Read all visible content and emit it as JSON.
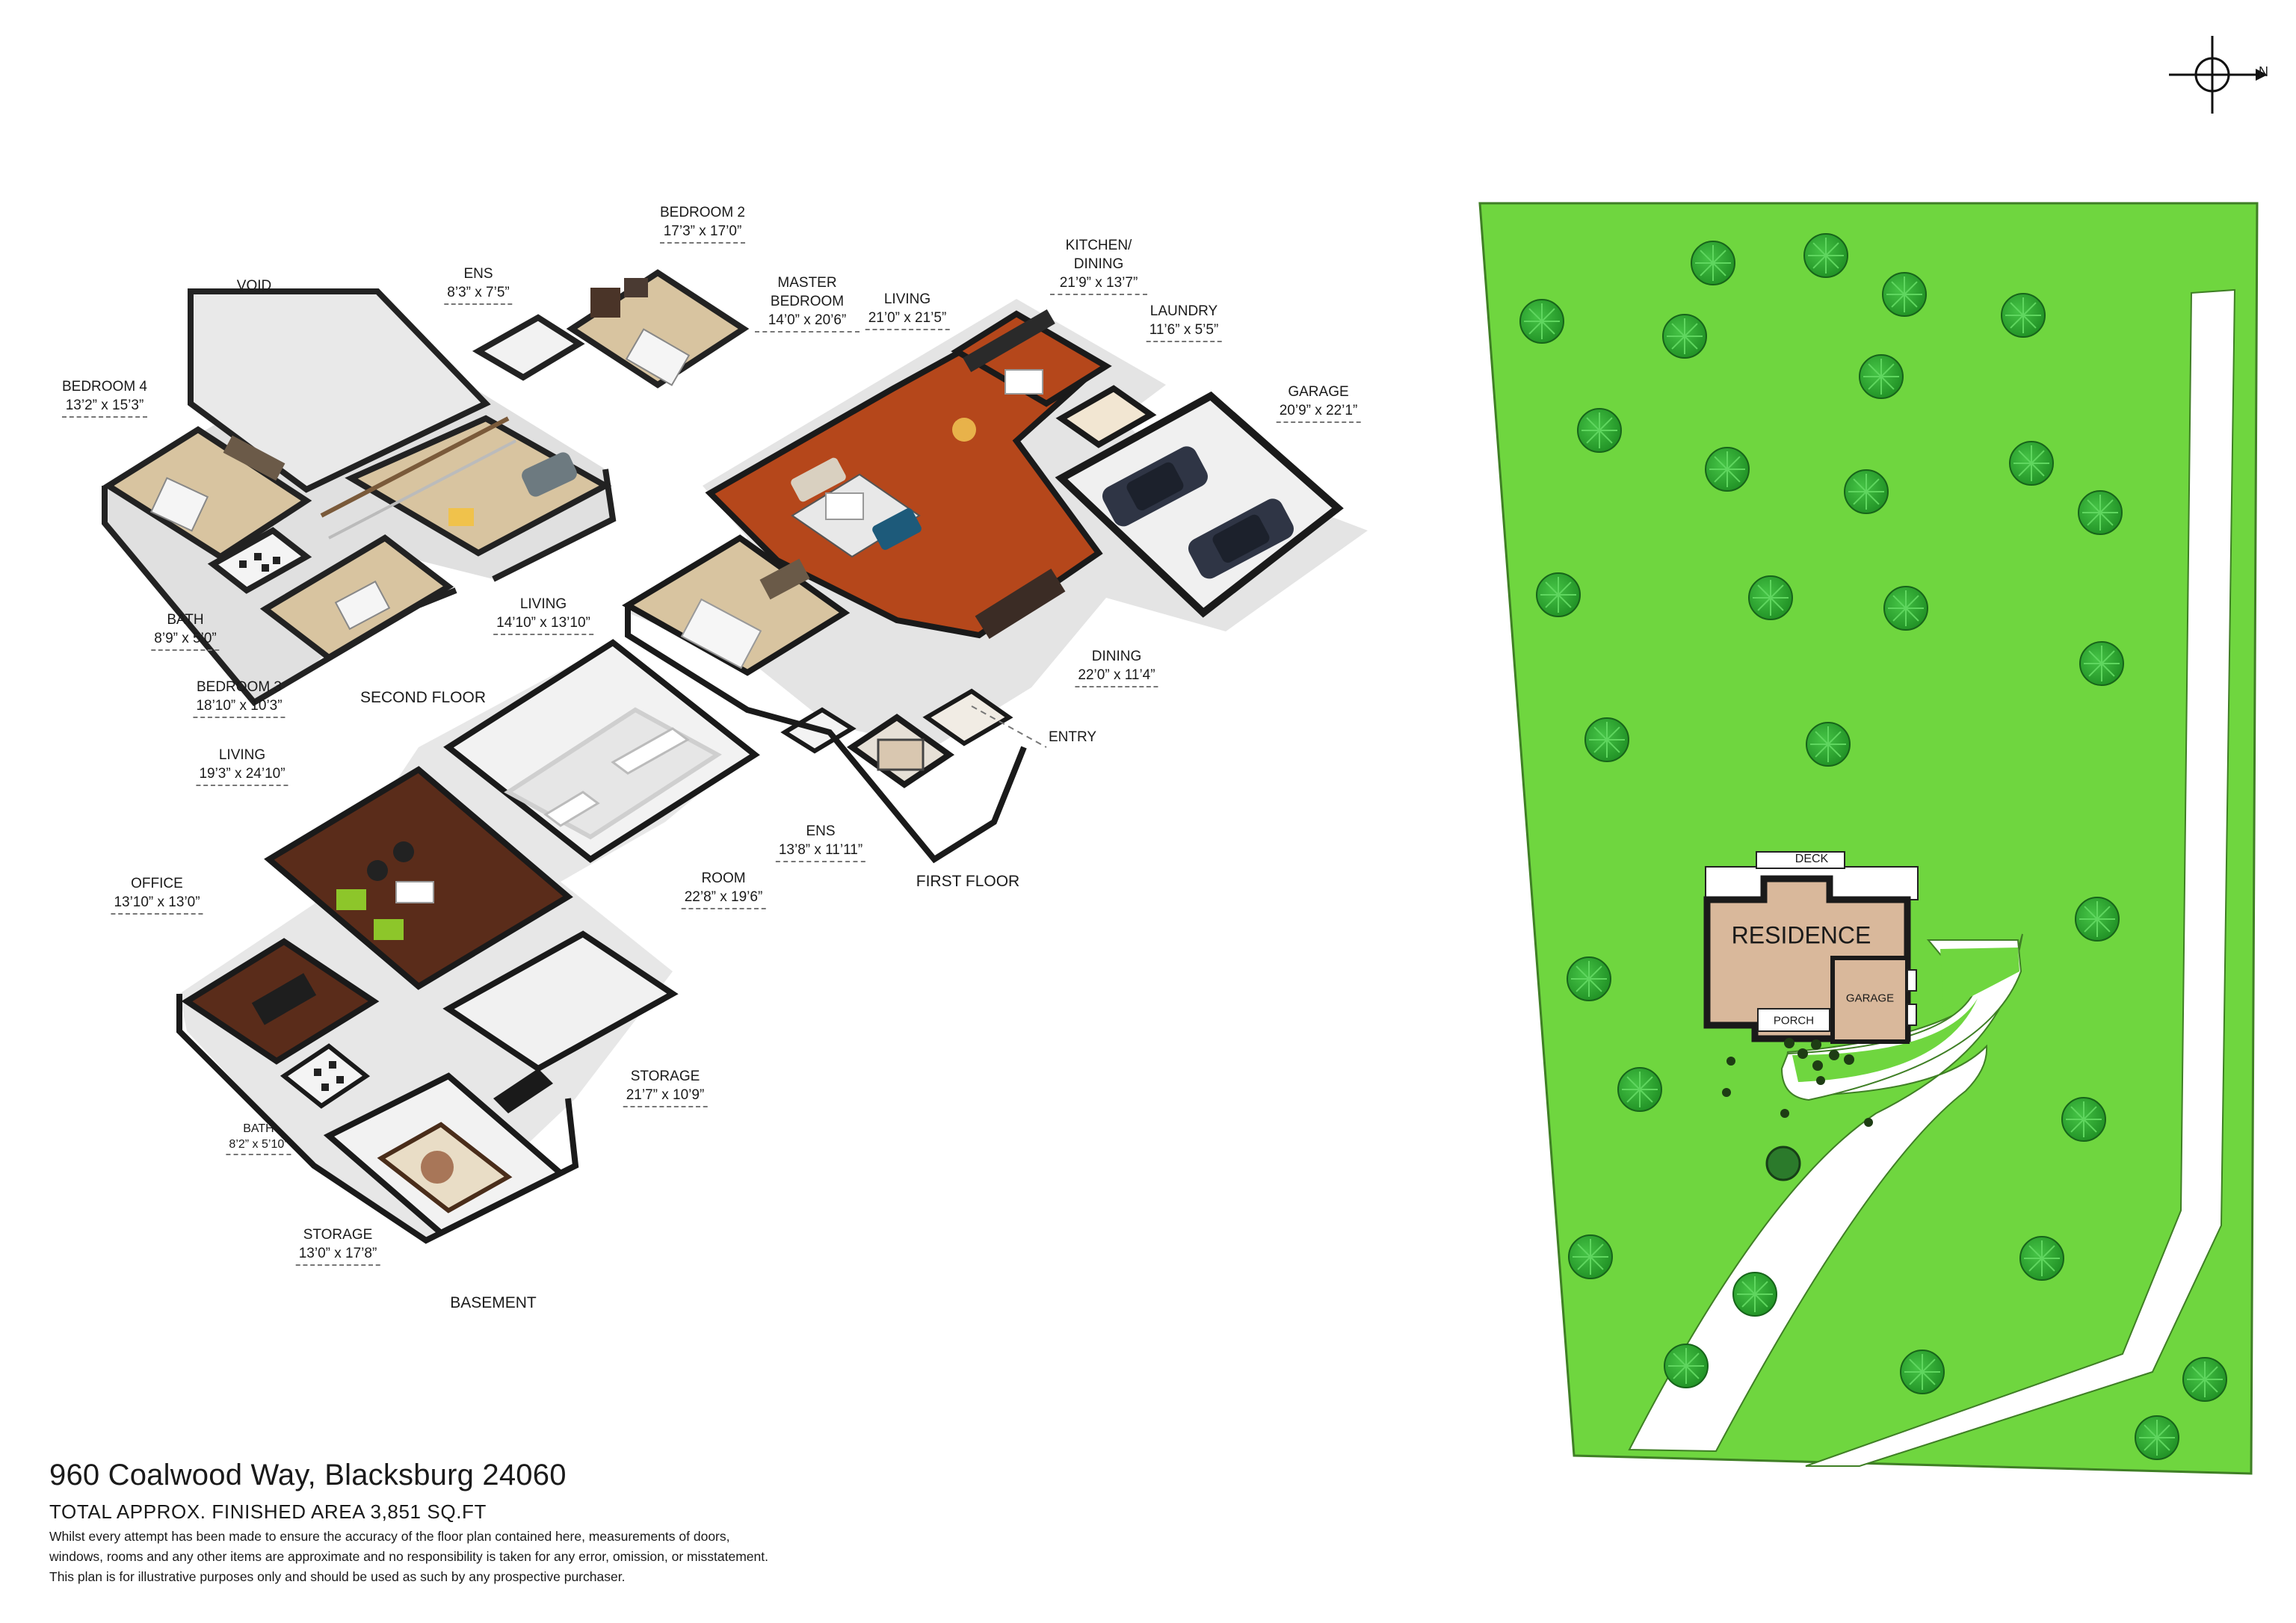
{
  "header": {
    "compass_label": "N"
  },
  "floors": {
    "second_floor": {
      "title": "SECOND FLOOR",
      "rooms": [
        {
          "name": "VOID",
          "dims": ""
        },
        {
          "name": "BEDROOM 4",
          "dims": "13’2” x 15’3”"
        },
        {
          "name": "ENS",
          "dims": "8’3” x 7’5”"
        },
        {
          "name": "BEDROOM 2",
          "dims": "17’3” x 17’0”"
        },
        {
          "name": "BATH",
          "dims": "8’9” x 5’0”"
        },
        {
          "name": "LIVING",
          "dims": "14’10” x 13’10”"
        },
        {
          "name": "BEDROOM 3",
          "dims": "18’10” x 10’3”"
        }
      ]
    },
    "first_floor": {
      "title": "FIRST FLOOR",
      "rooms": [
        {
          "name": "MASTER BEDROOM",
          "dims": "14’0” x 20’6”"
        },
        {
          "name": "LIVING",
          "dims": "21’0” x 21’5”"
        },
        {
          "name": "KITCHEN/ DINING",
          "dims": "21’9” x 13’7”"
        },
        {
          "name": "LAUNDRY",
          "dims": "11’6” x 5’5”"
        },
        {
          "name": "GARAGE",
          "dims": "20’9” x 22’1”"
        },
        {
          "name": "DINING",
          "dims": "22’0” x 11’4”"
        },
        {
          "name": "ENTRY",
          "dims": ""
        },
        {
          "name": "ENS",
          "dims": "13’8” x 11’11”"
        }
      ]
    },
    "basement": {
      "title": "BASEMENT",
      "rooms": [
        {
          "name": "LIVING",
          "dims": "19’3” x 24’10”"
        },
        {
          "name": "OFFICE",
          "dims": "13’10” x 13’0”"
        },
        {
          "name": "ROOM",
          "dims": "22’8” x 19’6”"
        },
        {
          "name": "STORAGE",
          "dims": "21’7” x 10’9”"
        },
        {
          "name": "BATH",
          "dims": "8’2” x 5’10”"
        },
        {
          "name": "STORAGE",
          "dims": "13’0” x 17’8”"
        }
      ]
    }
  },
  "site_plan": {
    "deck": "DECK",
    "residence": "RESIDENCE",
    "garage": "GARAGE",
    "porch": "PORCH"
  },
  "footer": {
    "address": "960 Coalwood Way, Blacksburg 24060",
    "total_area": "TOTAL APPROX. FINISHED AREA 3,851 SQ.FT",
    "disclaimer_lines": [
      "Whilst every attempt has been made to ensure the accuracy of the floor plan contained here, measurements of doors,",
      "windows, rooms and any other items are approximate and no responsibility is taken for any error, omission, or misstatement.",
      "This plan is for illustrative purposes only and should be used as such by any prospective purchaser."
    ]
  },
  "colors": {
    "lawn": "#6fd63f",
    "lawn_edge": "#4f9a2e",
    "tree": "#2aa82a",
    "wood_floor": "#b5471b",
    "basement_floor": "#5a2c1a",
    "carpet": "#d8c4a0",
    "residence": "#d9b89b",
    "wall": "#f2f2f2",
    "wall_dark": "#222222"
  }
}
